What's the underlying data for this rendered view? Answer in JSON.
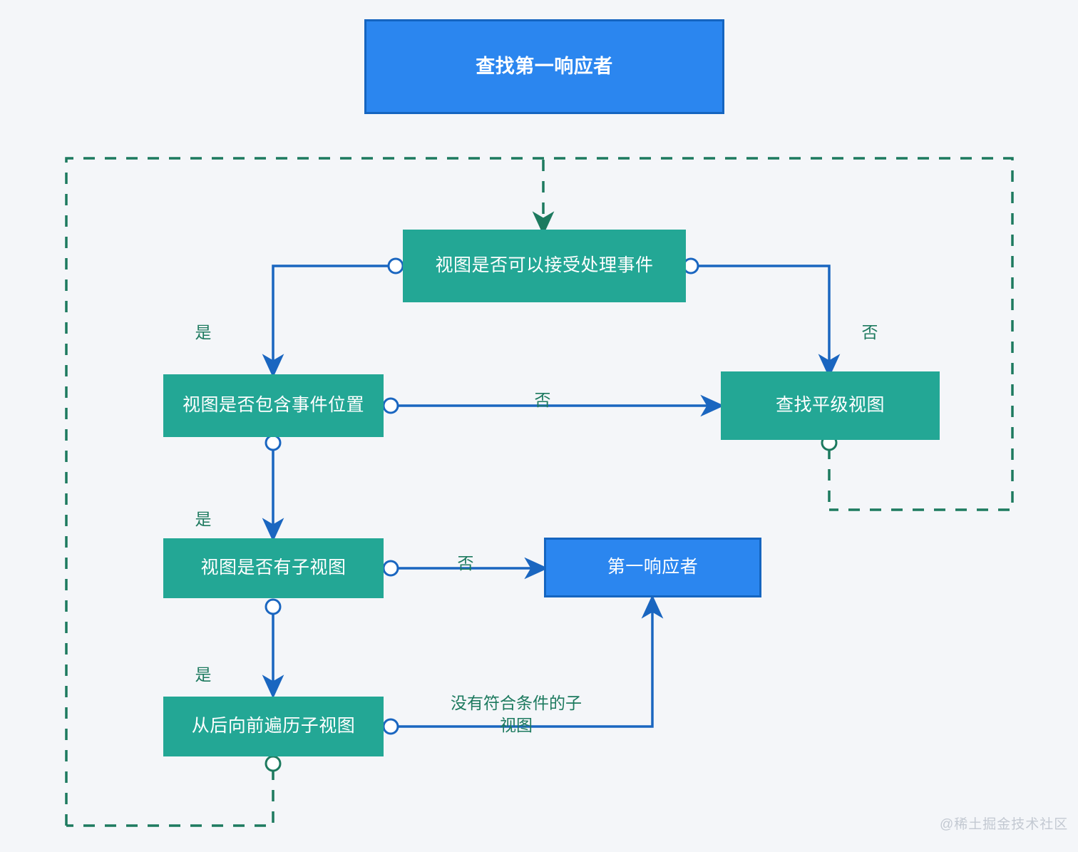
{
  "diagram": {
    "type": "flowchart",
    "title": "查找第一响应者",
    "background_color": "#f4f6f9",
    "colors": {
      "blue_fill": "#2b86ef",
      "blue_border": "#1565c0",
      "teal_fill": "#23a795",
      "green_dash": "#1d7a5f",
      "arrow_blue": "#1a66c0",
      "label_green": "#1d7a5f",
      "watermark": "#c3c9d2"
    },
    "nodes": [
      {
        "id": "title",
        "label": "查找第一响应者",
        "shape": "process",
        "color": "blue"
      },
      {
        "id": "can-accept",
        "label": "视图是否可以接受处理事件",
        "shape": "decision",
        "color": "teal"
      },
      {
        "id": "contains",
        "label": "视图是否包含事件位置",
        "shape": "decision",
        "color": "teal"
      },
      {
        "id": "sibling",
        "label": "查找平级视图",
        "shape": "process",
        "color": "teal"
      },
      {
        "id": "has-sub",
        "label": "视图是否有子视图",
        "shape": "decision",
        "color": "teal"
      },
      {
        "id": "first-resp",
        "label": "第一响应者",
        "shape": "process",
        "color": "blue"
      },
      {
        "id": "traverse",
        "label": "从后向前遍历子视图",
        "shape": "process",
        "color": "teal"
      }
    ],
    "edge_labels": [
      {
        "id": "yes-1",
        "text": "是",
        "from": "can-accept",
        "to": "contains"
      },
      {
        "id": "no-1",
        "text": "否",
        "from": "can-accept",
        "to": "sibling"
      },
      {
        "id": "no-2",
        "text": "否",
        "from": "contains",
        "to": "sibling"
      },
      {
        "id": "yes-2",
        "text": "是",
        "from": "contains",
        "to": "has-sub"
      },
      {
        "id": "no-3",
        "text": "否",
        "from": "has-sub",
        "to": "first-resp"
      },
      {
        "id": "yes-3",
        "text": "是",
        "from": "has-sub",
        "to": "traverse"
      },
      {
        "id": "no-match",
        "text": "没有符合条件的子\n视图",
        "from": "traverse",
        "to": "first-resp"
      }
    ],
    "watermark": "@稀土掘金技术社区"
  }
}
